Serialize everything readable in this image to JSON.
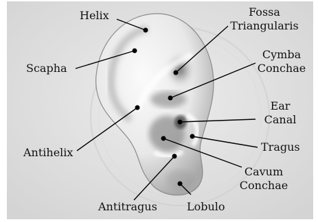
{
  "labels": {
    "helix": "Helix",
    "fossa": [
      "Fossa",
      "Triangularis"
    ],
    "scapha": "Scapha",
    "cymba": [
      "Cymba",
      "Conchae"
    ],
    "ear_canal": [
      "Ear",
      "Canal"
    ],
    "antihelix": "Antihelix",
    "tragus": "Tragus",
    "cavum": [
      "Cavum",
      "Conchae"
    ],
    "antitragus": "Antitragus",
    "lobulo": "Lobulo"
  },
  "colors": {
    "background": "#e2e2e2",
    "ear_light": "#f6f6f6",
    "ear_shadow": "#7a7a7a",
    "pointer": "#000000"
  }
}
